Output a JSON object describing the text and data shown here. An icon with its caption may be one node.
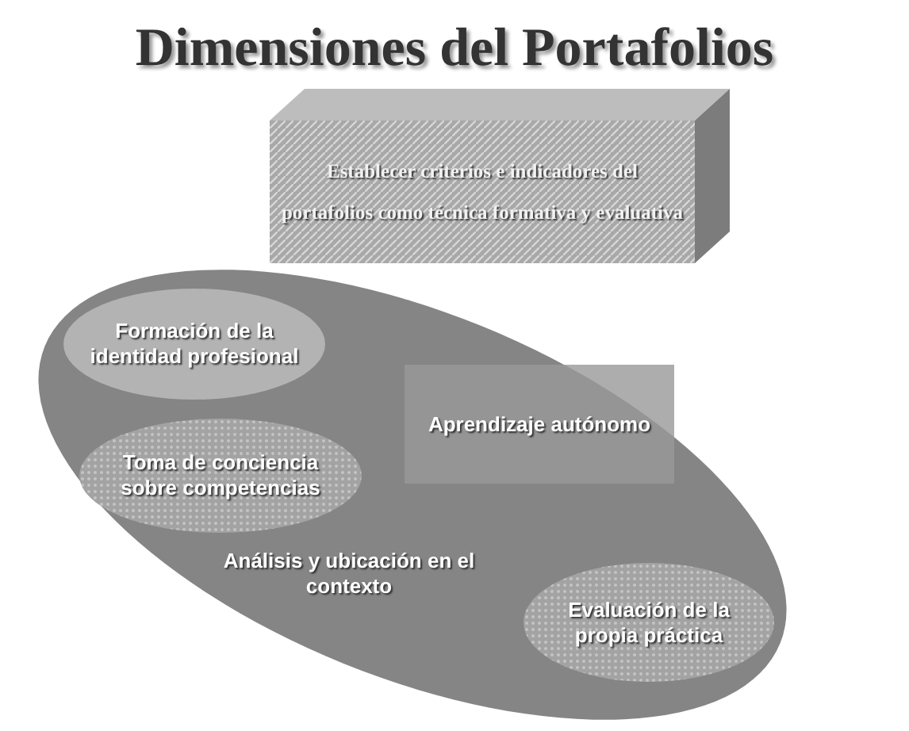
{
  "diagram": {
    "title": "Dimensiones del Portafolios",
    "nodes": [
      {
        "text": [
          "Establecer criterios e indicadores del portafolios como técnica formativa y evaluativa"
        ]
      },
      {
        "text": [],
        "shape": "ellipse"
      },
      {
        "text": [
          "Formación de la identidad profesional"
        ],
        "in": 1
      },
      {
        "text": [
          "Toma de conciencia sobre competencias"
        ],
        "in": 1
      },
      {
        "text": [
          "Aprendizaje autónomo"
        ],
        "in": 1
      },
      {
        "text": [
          "Evaluación de la propia práctica"
        ],
        "in": 1
      }
    ],
    "labels": [
      "Análisis y ubicación en el contexto"
    ]
  }
}
